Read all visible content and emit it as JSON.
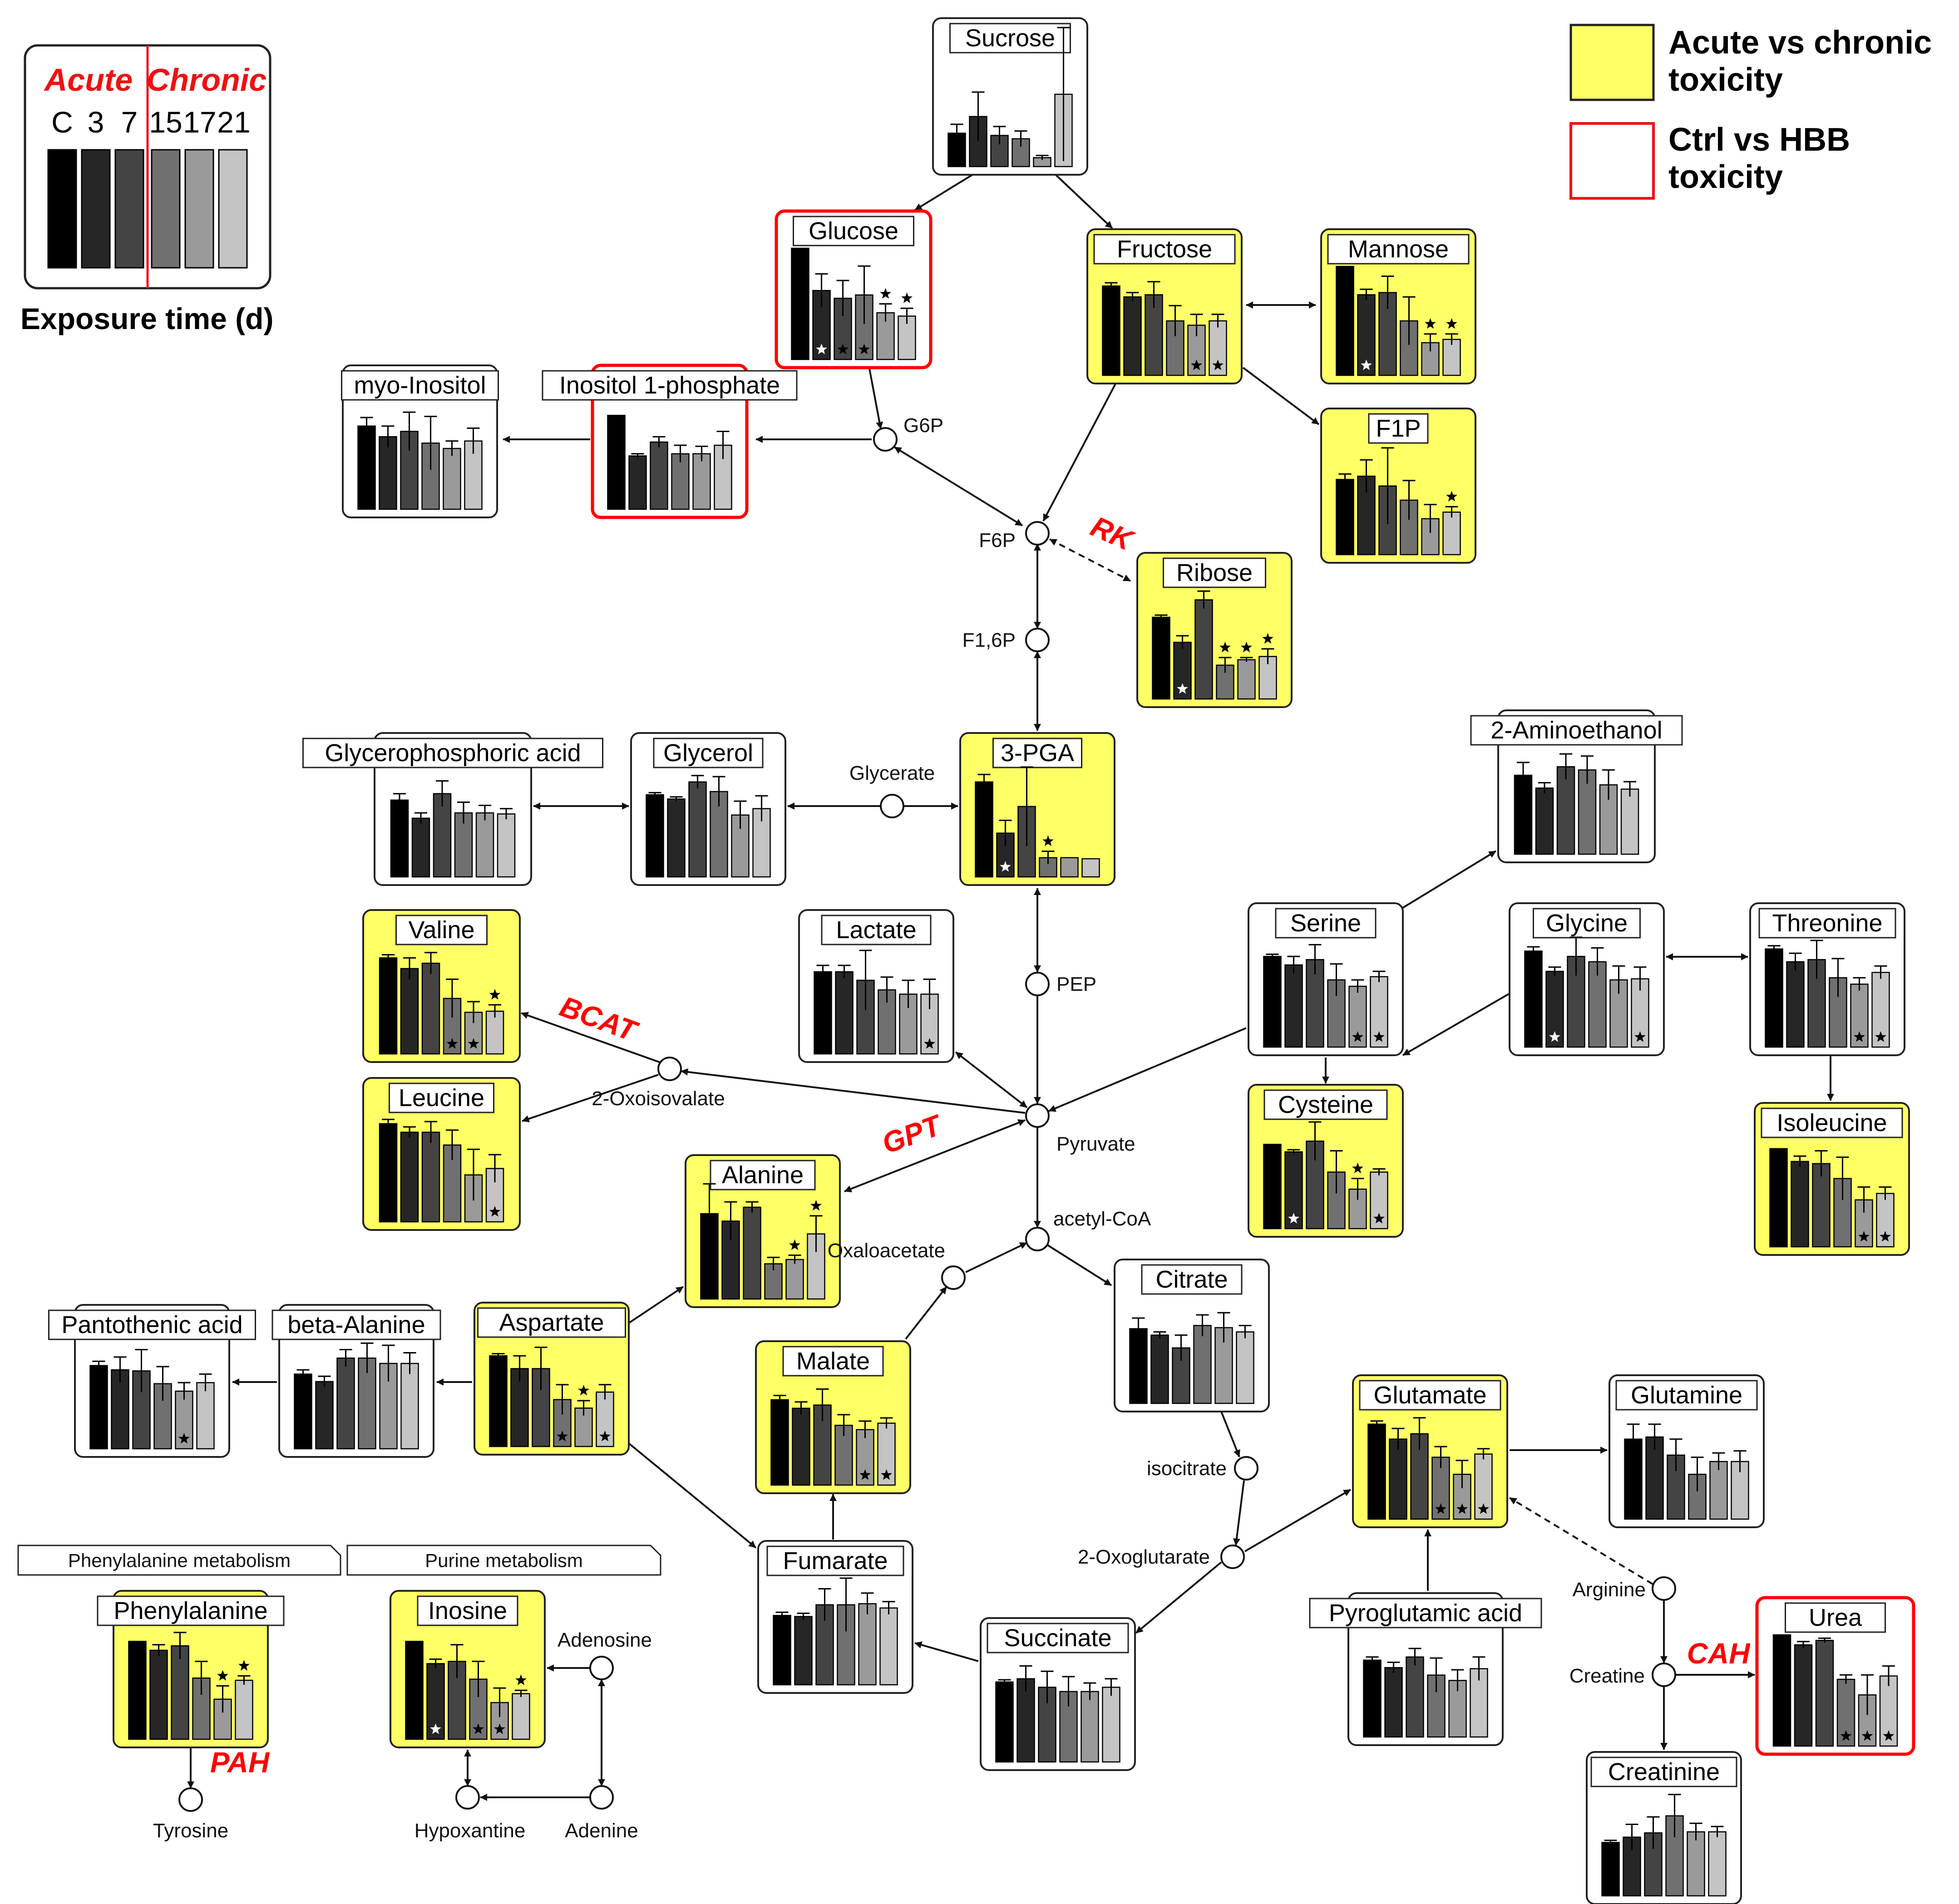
{
  "legend": {
    "acute_label": "Acute",
    "chronic_label": "Chronic",
    "day_labels": [
      "C",
      "3",
      "7",
      "15",
      "17",
      "21"
    ],
    "axis_title": "Exposure time (d)",
    "key_yellow": [
      "Acute vs chronic",
      "toxicity"
    ],
    "key_red": [
      "Ctrl vs HBB",
      "toxicity"
    ]
  },
  "colors": {
    "highlight": "#ffff66",
    "ctrl_border": "#ff0000",
    "enzyme_text": "#ff0000",
    "bar_shades": [
      "#000000",
      "#262626",
      "#444444",
      "#707070",
      "#9a9a9a",
      "#c4c4c4"
    ]
  },
  "metabolites": [
    {
      "id": "sucrose",
      "label": "Sucrose",
      "highlight": "none",
      "values": [
        0.3,
        0.45,
        0.28,
        0.25,
        0.08,
        0.65
      ],
      "errors": [
        0.08,
        0.22,
        0.08,
        0.07,
        0.02,
        0.6
      ],
      "stars": []
    },
    {
      "id": "glucose",
      "label": "Glucose",
      "highlight": "red",
      "values": [
        1.0,
        0.62,
        0.55,
        0.58,
        0.42,
        0.39
      ],
      "errors": [
        0.0,
        0.15,
        0.16,
        0.26,
        0.08,
        0.07
      ],
      "stars": [
        {
          "bar": 1,
          "pos": "in",
          "color": "white"
        },
        {
          "bar": 2,
          "pos": "in",
          "color": "black"
        },
        {
          "bar": 3,
          "pos": "in",
          "color": "black"
        },
        {
          "bar": 4,
          "pos": "above"
        },
        {
          "bar": 5,
          "pos": "above"
        }
      ]
    },
    {
      "id": "fructose",
      "label": "Fructose",
      "highlight": "yellow",
      "values": [
        0.82,
        0.72,
        0.74,
        0.5,
        0.46,
        0.5
      ],
      "errors": [
        0.03,
        0.04,
        0.12,
        0.14,
        0.1,
        0.06
      ],
      "stars": [
        {
          "bar": 4,
          "pos": "in",
          "color": "black"
        },
        {
          "bar": 5,
          "pos": "in",
          "color": "black"
        }
      ]
    },
    {
      "id": "mannose",
      "label": "Mannose",
      "highlight": "yellow",
      "values": [
        1.0,
        0.74,
        0.76,
        0.5,
        0.3,
        0.33
      ],
      "errors": [
        0.0,
        0.05,
        0.15,
        0.22,
        0.08,
        0.05
      ],
      "stars": [
        {
          "bar": 1,
          "pos": "in",
          "color": "white"
        },
        {
          "bar": 4,
          "pos": "above"
        },
        {
          "bar": 5,
          "pos": "above"
        }
      ]
    },
    {
      "id": "myo_inositol",
      "label": "myo-Inositol",
      "highlight": "none",
      "values": [
        0.78,
        0.68,
        0.73,
        0.62,
        0.57,
        0.64
      ],
      "errors": [
        0.08,
        0.1,
        0.18,
        0.25,
        0.07,
        0.12
      ],
      "stars": []
    },
    {
      "id": "inositol_1p",
      "label": "Inositol 1-phosphate",
      "highlight": "red",
      "values": [
        0.88,
        0.5,
        0.63,
        0.52,
        0.52,
        0.6
      ],
      "errors": [
        0.0,
        0.02,
        0.05,
        0.08,
        0.07,
        0.13
      ],
      "stars": []
    },
    {
      "id": "f1p",
      "label": "F1P",
      "highlight": "yellow",
      "values": [
        0.69,
        0.72,
        0.63,
        0.5,
        0.33,
        0.39
      ],
      "errors": [
        0.05,
        0.15,
        0.35,
        0.18,
        0.13,
        0.05
      ],
      "stars": [
        {
          "bar": 5,
          "pos": "above"
        }
      ]
    },
    {
      "id": "ribose",
      "label": "Ribose",
      "highlight": "yellow",
      "values": [
        0.75,
        0.52,
        0.91,
        0.31,
        0.36,
        0.39
      ],
      "errors": [
        0.02,
        0.06,
        0.08,
        0.07,
        0.02,
        0.07
      ],
      "stars": [
        {
          "bar": 1,
          "pos": "in",
          "color": "white"
        },
        {
          "bar": 3,
          "pos": "above"
        },
        {
          "bar": 4,
          "pos": "above"
        },
        {
          "bar": 5,
          "pos": "above"
        }
      ]
    },
    {
      "id": "glycerophosphoric",
      "label": "Glycerophosphoric acid",
      "highlight": "none",
      "values": [
        0.72,
        0.55,
        0.78,
        0.6,
        0.6,
        0.59
      ],
      "errors": [
        0.06,
        0.05,
        0.12,
        0.1,
        0.07,
        0.05
      ],
      "stars": []
    },
    {
      "id": "glycerol",
      "label": "Glycerol",
      "highlight": "none",
      "values": [
        0.77,
        0.73,
        0.89,
        0.8,
        0.58,
        0.64
      ],
      "errors": [
        0.02,
        0.02,
        0.06,
        0.14,
        0.13,
        0.12
      ],
      "stars": []
    },
    {
      "id": "pga3",
      "label": "3-PGA",
      "highlight": "yellow",
      "values": [
        0.89,
        0.41,
        0.66,
        0.18,
        0.18,
        0.17
      ],
      "errors": [
        0.07,
        0.12,
        0.37,
        0.06,
        0.0,
        0.0
      ],
      "stars": [
        {
          "bar": 1,
          "pos": "in",
          "color": "white"
        },
        {
          "bar": 3,
          "pos": "above"
        }
      ]
    },
    {
      "id": "aminoethanol",
      "label": "2-Aminoethanol",
      "highlight": "none",
      "values": [
        0.74,
        0.62,
        0.82,
        0.79,
        0.65,
        0.61
      ],
      "errors": [
        0.12,
        0.05,
        0.12,
        0.13,
        0.14,
        0.07
      ],
      "stars": []
    },
    {
      "id": "valine",
      "label": "Valine",
      "highlight": "yellow",
      "values": [
        0.9,
        0.8,
        0.85,
        0.52,
        0.39,
        0.4
      ],
      "errors": [
        0.03,
        0.1,
        0.1,
        0.18,
        0.1,
        0.06
      ],
      "stars": [
        {
          "bar": 3,
          "pos": "in",
          "color": "black"
        },
        {
          "bar": 4,
          "pos": "in",
          "color": "black"
        },
        {
          "bar": 5,
          "pos": "above"
        }
      ]
    },
    {
      "id": "lactate",
      "label": "Lactate",
      "highlight": "none",
      "values": [
        0.77,
        0.77,
        0.69,
        0.6,
        0.56,
        0.56
      ],
      "errors": [
        0.06,
        0.06,
        0.28,
        0.12,
        0.13,
        0.14
      ],
      "stars": [
        {
          "bar": 5,
          "pos": "in",
          "color": "black"
        }
      ]
    },
    {
      "id": "serine",
      "label": "Serine",
      "highlight": "none",
      "values": [
        0.85,
        0.77,
        0.82,
        0.63,
        0.57,
        0.66
      ],
      "errors": [
        0.02,
        0.08,
        0.14,
        0.15,
        0.06,
        0.05
      ],
      "stars": [
        {
          "bar": 4,
          "pos": "in",
          "color": "black"
        },
        {
          "bar": 5,
          "pos": "in",
          "color": "black"
        }
      ]
    },
    {
      "id": "glycine",
      "label": "Glycine",
      "highlight": "none",
      "values": [
        0.9,
        0.71,
        0.85,
        0.8,
        0.63,
        0.64
      ],
      "errors": [
        0.04,
        0.04,
        0.18,
        0.13,
        0.13,
        0.11
      ],
      "stars": [
        {
          "bar": 1,
          "pos": "in",
          "color": "white"
        },
        {
          "bar": 5,
          "pos": "in",
          "color": "black"
        }
      ]
    },
    {
      "id": "threonine",
      "label": "Threonine",
      "highlight": "none",
      "values": [
        0.92,
        0.8,
        0.82,
        0.65,
        0.59,
        0.7
      ],
      "errors": [
        0.03,
        0.08,
        0.18,
        0.18,
        0.06,
        0.06
      ],
      "stars": [
        {
          "bar": 4,
          "pos": "in",
          "color": "black"
        },
        {
          "bar": 5,
          "pos": "in",
          "color": "black"
        }
      ]
    },
    {
      "id": "leucine",
      "label": "Leucine",
      "highlight": "yellow",
      "values": [
        0.92,
        0.84,
        0.84,
        0.72,
        0.44,
        0.5
      ],
      "errors": [
        0.04,
        0.05,
        0.1,
        0.14,
        0.24,
        0.13
      ],
      "stars": [
        {
          "bar": 5,
          "pos": "in",
          "color": "black"
        }
      ]
    },
    {
      "id": "cysteine",
      "label": "Cysteine",
      "highlight": "yellow",
      "values": [
        0.79,
        0.72,
        0.82,
        0.53,
        0.37,
        0.53
      ],
      "errors": [
        0.0,
        0.02,
        0.18,
        0.2,
        0.1,
        0.03
      ],
      "stars": [
        {
          "bar": 1,
          "pos": "in",
          "color": "white"
        },
        {
          "bar": 4,
          "pos": "above"
        },
        {
          "bar": 5,
          "pos": "in",
          "color": "black"
        }
      ]
    },
    {
      "id": "isoleucine",
      "label": "Isoleucine",
      "highlight": "yellow",
      "values": [
        0.92,
        0.8,
        0.78,
        0.64,
        0.44,
        0.5
      ],
      "errors": [
        0.0,
        0.05,
        0.12,
        0.2,
        0.12,
        0.06
      ],
      "stars": [
        {
          "bar": 4,
          "pos": "in",
          "color": "black"
        },
        {
          "bar": 5,
          "pos": "in",
          "color": "black"
        }
      ]
    },
    {
      "id": "alanine",
      "label": "Alanine",
      "highlight": "yellow",
      "values": [
        0.8,
        0.73,
        0.86,
        0.33,
        0.37,
        0.61
      ],
      "errors": [
        0.28,
        0.18,
        0.05,
        0.06,
        0.04,
        0.17
      ],
      "stars": [
        {
          "bar": 4,
          "pos": "above"
        },
        {
          "bar": 5,
          "pos": "above"
        }
      ]
    },
    {
      "id": "citrate",
      "label": "Citrate",
      "highlight": "none",
      "values": [
        0.7,
        0.64,
        0.52,
        0.73,
        0.71,
        0.67
      ],
      "errors": [
        0.1,
        0.03,
        0.12,
        0.1,
        0.14,
        0.06
      ],
      "stars": []
    },
    {
      "id": "pantothenic",
      "label": "Pantothenic acid",
      "highlight": "none",
      "values": [
        0.78,
        0.74,
        0.73,
        0.61,
        0.54,
        0.62
      ],
      "errors": [
        0.04,
        0.12,
        0.2,
        0.16,
        0.08,
        0.08
      ],
      "stars": [
        {
          "bar": 4,
          "pos": "in",
          "color": "black"
        }
      ]
    },
    {
      "id": "beta_alanine",
      "label": "beta-Alanine",
      "highlight": "none",
      "values": [
        0.7,
        0.63,
        0.85,
        0.85,
        0.8,
        0.8
      ],
      "errors": [
        0.04,
        0.05,
        0.08,
        0.14,
        0.17,
        0.1
      ],
      "stars": []
    },
    {
      "id": "aspartate",
      "label": "Aspartate",
      "highlight": "yellow",
      "values": [
        0.85,
        0.73,
        0.73,
        0.44,
        0.36,
        0.51
      ],
      "errors": [
        0.02,
        0.12,
        0.2,
        0.14,
        0.07,
        0.07
      ],
      "stars": [
        {
          "bar": 4,
          "pos": "above"
        },
        {
          "bar": 3,
          "pos": "in",
          "color": "black"
        },
        {
          "bar": 5,
          "pos": "in",
          "color": "black"
        }
      ]
    },
    {
      "id": "malate",
      "label": "Malate",
      "highlight": "yellow",
      "values": [
        0.8,
        0.72,
        0.75,
        0.56,
        0.52,
        0.58
      ],
      "errors": [
        0.04,
        0.06,
        0.15,
        0.1,
        0.08,
        0.05
      ],
      "stars": [
        {
          "bar": 4,
          "pos": "in",
          "color": "black"
        },
        {
          "bar": 5,
          "pos": "in",
          "color": "black"
        }
      ]
    },
    {
      "id": "glutamate",
      "label": "Glutamate",
      "highlight": "yellow",
      "values": [
        0.89,
        0.75,
        0.8,
        0.58,
        0.42,
        0.61
      ],
      "errors": [
        0.03,
        0.1,
        0.15,
        0.1,
        0.13,
        0.05
      ],
      "stars": [
        {
          "bar": 3,
          "pos": "in",
          "color": "black"
        },
        {
          "bar": 4,
          "pos": "in",
          "color": "black"
        },
        {
          "bar": 5,
          "pos": "in",
          "color": "black"
        }
      ]
    },
    {
      "id": "glutamine",
      "label": "Glutamine",
      "highlight": "none",
      "values": [
        0.75,
        0.77,
        0.6,
        0.42,
        0.54,
        0.54
      ],
      "errors": [
        0.14,
        0.12,
        0.15,
        0.16,
        0.08,
        0.1
      ],
      "stars": []
    },
    {
      "id": "phenylalanine",
      "label": "Phenylalanine",
      "highlight": "yellow",
      "values": [
        0.88,
        0.8,
        0.84,
        0.55,
        0.36,
        0.53
      ],
      "errors": [
        0.0,
        0.05,
        0.12,
        0.15,
        0.12,
        0.04
      ],
      "stars": [
        {
          "bar": 4,
          "pos": "above"
        },
        {
          "bar": 5,
          "pos": "above"
        }
      ]
    },
    {
      "id": "inosine",
      "label": "Inosine",
      "highlight": "yellow",
      "values": [
        0.88,
        0.68,
        0.7,
        0.54,
        0.33,
        0.41
      ],
      "errors": [
        0.0,
        0.04,
        0.15,
        0.16,
        0.13,
        0.03
      ],
      "stars": [
        {
          "bar": 1,
          "pos": "in",
          "color": "white"
        },
        {
          "bar": 3,
          "pos": "in",
          "color": "black"
        },
        {
          "bar": 4,
          "pos": "in",
          "color": "black"
        },
        {
          "bar": 5,
          "pos": "above"
        }
      ]
    },
    {
      "id": "fumarate",
      "label": "Fumarate",
      "highlight": "none",
      "values": [
        0.65,
        0.64,
        0.75,
        0.75,
        0.76,
        0.72
      ],
      "errors": [
        0.03,
        0.03,
        0.15,
        0.25,
        0.1,
        0.06
      ],
      "stars": []
    },
    {
      "id": "succinate",
      "label": "Succinate",
      "highlight": "none",
      "values": [
        0.75,
        0.78,
        0.7,
        0.66,
        0.66,
        0.7
      ],
      "errors": [
        0.02,
        0.12,
        0.15,
        0.14,
        0.08,
        0.08
      ],
      "stars": []
    },
    {
      "id": "pyroglutamic",
      "label": "Pyroglutamic acid",
      "highlight": "none",
      "values": [
        0.72,
        0.65,
        0.75,
        0.58,
        0.53,
        0.64
      ],
      "errors": [
        0.03,
        0.05,
        0.08,
        0.16,
        0.1,
        0.11
      ],
      "stars": []
    },
    {
      "id": "urea",
      "label": "Urea",
      "highlight": "red",
      "values": [
        1.0,
        0.91,
        0.95,
        0.6,
        0.46,
        0.63
      ],
      "errors": [
        0.0,
        0.03,
        0.02,
        0.04,
        0.18,
        0.09
      ],
      "stars": [
        {
          "bar": 3,
          "pos": "in",
          "color": "black"
        },
        {
          "bar": 4,
          "pos": "in",
          "color": "black"
        },
        {
          "bar": 5,
          "pos": "in",
          "color": "black"
        }
      ]
    },
    {
      "id": "creatinine",
      "label": "Creatinine",
      "highlight": "none",
      "values": [
        0.5,
        0.55,
        0.59,
        0.75,
        0.6,
        0.6
      ],
      "errors": [
        0.02,
        0.12,
        0.15,
        0.2,
        0.08,
        0.05
      ],
      "stars": []
    }
  ],
  "intermediates": [
    {
      "id": "g6p",
      "label": "G6P"
    },
    {
      "id": "f6p",
      "label": "F6P"
    },
    {
      "id": "f16p",
      "label": "F1,6P"
    },
    {
      "id": "glycerate",
      "label": "Glycerate"
    },
    {
      "id": "pep",
      "label": "PEP"
    },
    {
      "id": "pyruvate",
      "label": "Pyruvate"
    },
    {
      "id": "oxoisovalate",
      "label": "2-Oxoisovalate"
    },
    {
      "id": "acetylcoa",
      "label": "acetyl-CoA"
    },
    {
      "id": "oxaloacetate",
      "label": "Oxaloacetate"
    },
    {
      "id": "isocitrate",
      "label": "isocitrate"
    },
    {
      "id": "oxoglutarate",
      "label": "2-Oxoglutarate"
    },
    {
      "id": "arginine",
      "label": "Arginine"
    },
    {
      "id": "creatine",
      "label": "Creatine"
    },
    {
      "id": "tyrosine",
      "label": "Tyrosine"
    },
    {
      "id": "adenosine",
      "label": "Adenosine"
    },
    {
      "id": "adenine",
      "label": "Adenine"
    },
    {
      "id": "hypoxantine",
      "label": "Hypoxantine"
    }
  ],
  "enzymes": [
    {
      "id": "rk",
      "label": "RK"
    },
    {
      "id": "bcat",
      "label": "BCAT"
    },
    {
      "id": "gpt",
      "label": "GPT"
    },
    {
      "id": "cah",
      "label": "CAH"
    },
    {
      "id": "pah",
      "label": "PAH"
    }
  ],
  "pathway_tabs": [
    {
      "id": "phe_metab",
      "label": "Phenylalanine metabolism"
    },
    {
      "id": "purine_metab",
      "label": "Purine metabolism"
    }
  ]
}
